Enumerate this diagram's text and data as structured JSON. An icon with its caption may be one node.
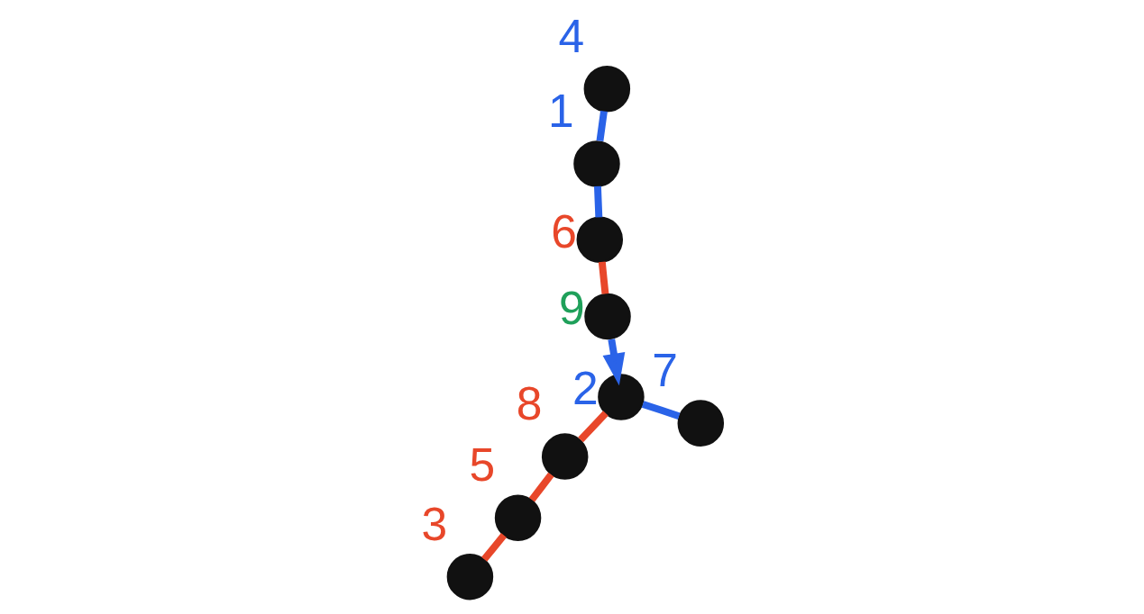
{
  "diagram": {
    "nodes": [
      {
        "text": [],
        "shape": "circle",
        "beside": [
          "3"
        ]
      },
      {
        "text": [],
        "shape": "circle",
        "beside": [
          "4"
        ]
      },
      {
        "text": [],
        "shape": "circle",
        "beside": [
          "5"
        ]
      },
      {
        "text": [],
        "shape": "circle",
        "beside": [
          "1"
        ]
      },
      {
        "text": [],
        "shape": "circle",
        "beside": [
          "7"
        ]
      },
      {
        "text": [],
        "shape": "circle",
        "beside": [
          "8"
        ]
      },
      {
        "text": [],
        "shape": "circle",
        "beside": [
          "6"
        ]
      },
      {
        "text": [],
        "shape": "circle",
        "beside": [
          "2"
        ]
      },
      {
        "text": [],
        "shape": "circle",
        "beside": [
          "9"
        ]
      }
    ],
    "edges": [
      {
        "from": 8,
        "to": 6,
        "arrow": "none",
        "color": "#e8472a"
      },
      {
        "from": 6,
        "to": 3,
        "arrow": "none",
        "color": "#2a63e8"
      },
      {
        "from": 3,
        "to": 1,
        "arrow": "none",
        "color": "#2a63e8"
      },
      {
        "from": 8,
        "to": 7,
        "arrow": "to",
        "color": "#2a63e8"
      },
      {
        "from": 7,
        "to": 5,
        "arrow": "none",
        "color": "#e8472a"
      },
      {
        "from": 5,
        "to": 2,
        "arrow": "none",
        "color": "#e8472a"
      },
      {
        "from": 2,
        "to": 0,
        "arrow": "none",
        "color": "#e8472a"
      },
      {
        "from": 7,
        "to": 4,
        "arrow": "none",
        "color": "#2a63e8"
      }
    ]
  }
}
